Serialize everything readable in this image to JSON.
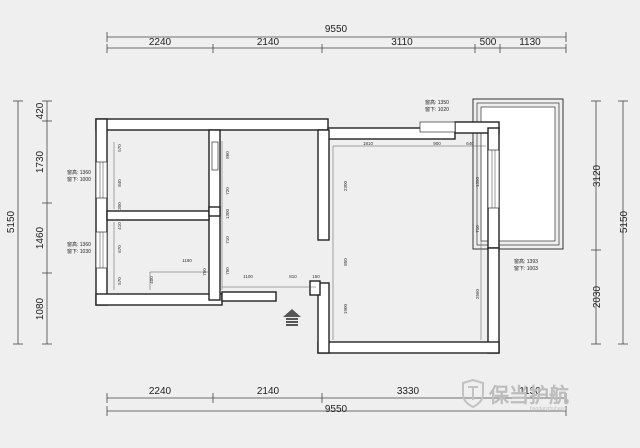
{
  "top_dims": {
    "total": "9550",
    "segments": [
      "2240",
      "2140",
      "3110",
      "500",
      "1130"
    ]
  },
  "bottom_dims": {
    "total": "9550",
    "segments": [
      "2240",
      "2140",
      "3330",
      "1130"
    ]
  },
  "left_dims": {
    "total": "5150",
    "segments": [
      "420",
      "1730",
      "1460",
      "1080"
    ]
  },
  "right_dims": {
    "total": "5150",
    "segments": [
      "3120",
      "2030"
    ]
  },
  "window_tags": {
    "top_right": [
      "窗高: 1350",
      "窗下: 1020"
    ],
    "left_upper": [
      "窗高: 1360",
      "窗下: 1000"
    ],
    "left_lower": [
      "窗高: 1360",
      "窗下: 1030"
    ],
    "right_lower": [
      "窗高: 1393",
      "窗下: 1003"
    ]
  },
  "interior_dims": {
    "d1810": "1810",
    "d900": "900",
    "d640": "640",
    "d570": "570",
    "d840": "840",
    "d300a": "300",
    "d860": "860",
    "d720": "720",
    "d1300": "1300",
    "d710a": "710",
    "d1350": "1350",
    "d710b": "710",
    "d2300": "2300",
    "d1180": "1180",
    "d400": "400",
    "d750a": "750",
    "d750b": "750",
    "d1100": "1100",
    "d810": "810",
    "d150": "150",
    "d410": "410",
    "d670": "670",
    "d570b": "570",
    "d850": "850",
    "d1900": "1900",
    "d2560": "2560",
    "d2000": "2000"
  },
  "watermark": {
    "brand": "保当护航",
    "sub": "baodanghuhang"
  }
}
